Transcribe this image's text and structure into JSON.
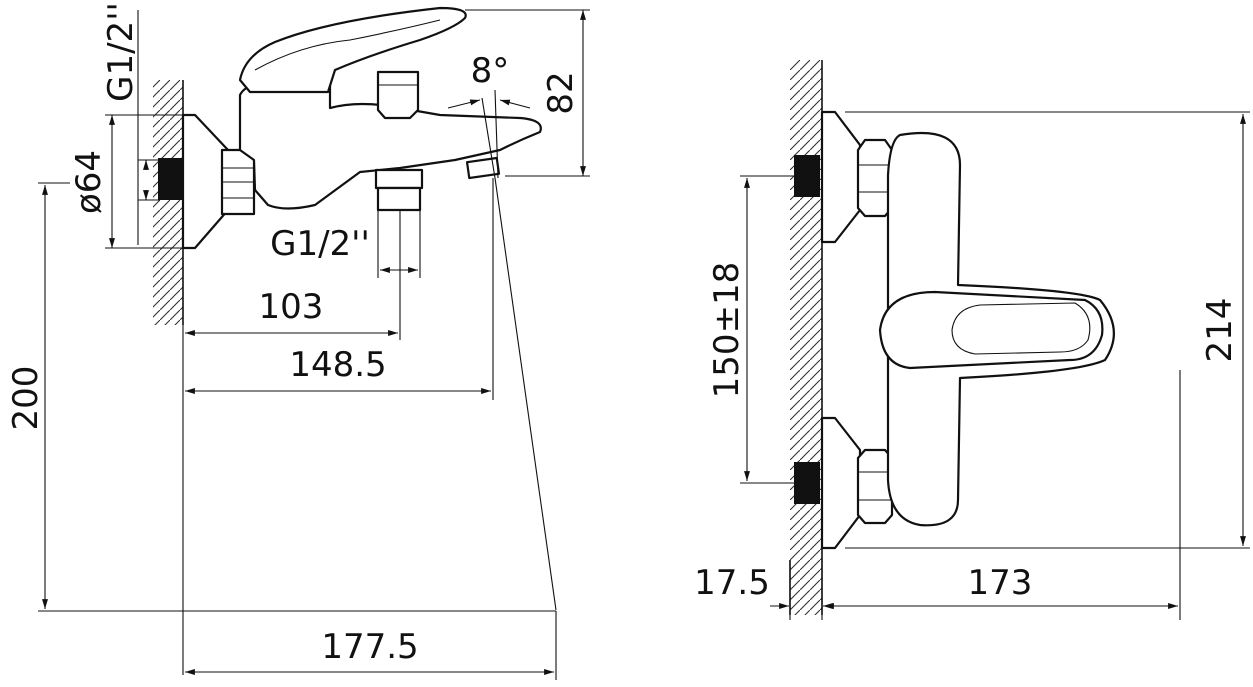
{
  "side_view": {
    "dims": {
      "height_82": "82",
      "angle_8": "8°",
      "thread_inlet": "G1/2''",
      "escutcheon_dia": "ø64",
      "thread_outlet": "G1/2''",
      "d103": "103",
      "d148": "148.5",
      "d200": "200",
      "d177": "177.5"
    }
  },
  "front_view": {
    "dims": {
      "centers": "150±18",
      "height_214": "214",
      "wall_17": "17.5",
      "width_173": "173"
    }
  }
}
